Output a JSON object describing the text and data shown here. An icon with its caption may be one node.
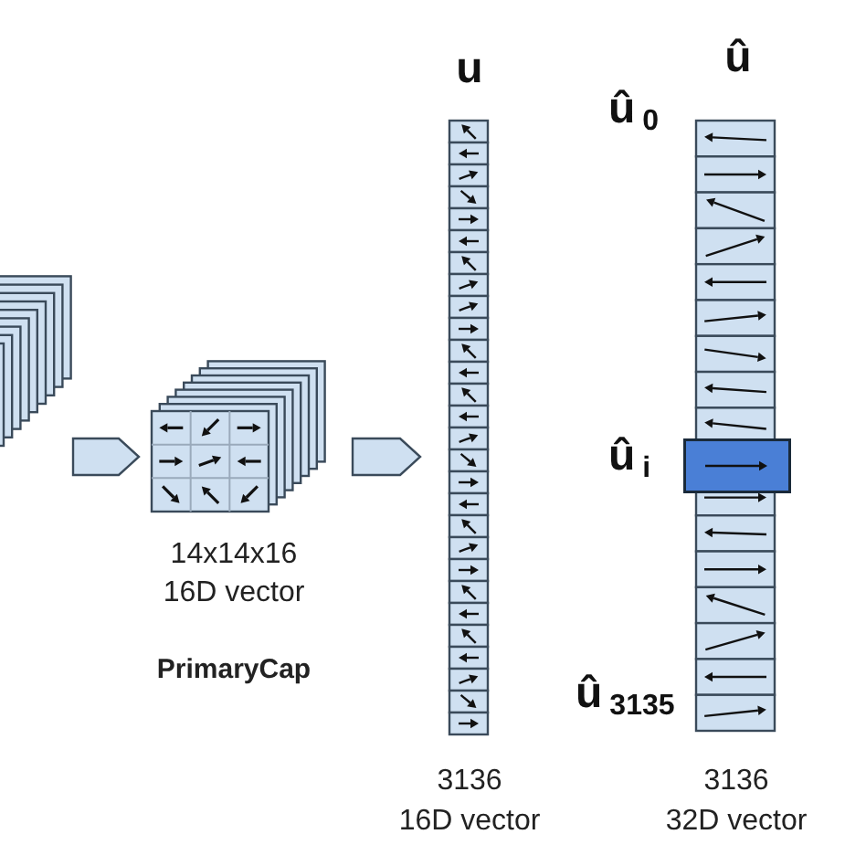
{
  "diagram": {
    "nodes": [
      {
        "text": [],
        "shape": "box"
      },
      {
        "text": [],
        "shape": "box",
        "beside": [
          "14x14x16",
          "16D vector",
          "PrimaryCap"
        ]
      },
      {
        "text": [
          "u"
        ],
        "beside": [
          "3136",
          "16D vector"
        ]
      },
      {
        "text": [
          "û"
        ],
        "beside": [
          "3136",
          "32D vector"
        ]
      }
    ],
    "edges": [
      {
        "from": 0,
        "to": 1,
        "arrow": "to"
      },
      {
        "from": 1,
        "to": 2,
        "arrow": "to"
      }
    ],
    "labels": [
      "û$_{0}$",
      "û$_{i}$",
      "û$_{3135}$"
    ]
  }
}
